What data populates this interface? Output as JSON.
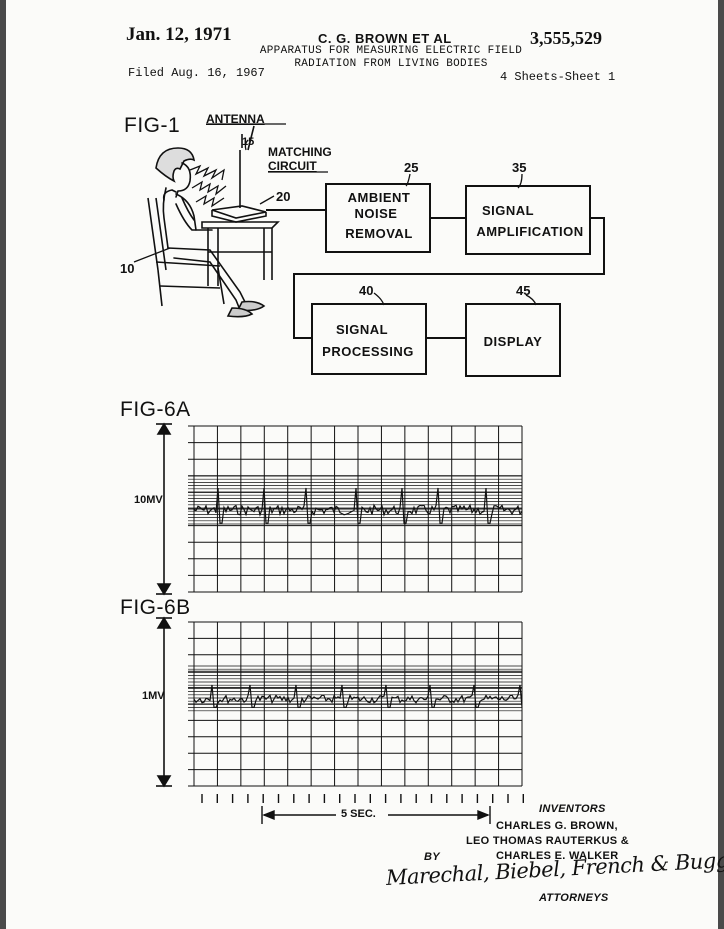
{
  "header": {
    "date": "Jan. 12, 1971",
    "inventor": "C. G. BROWN ET AL",
    "patent_number": "3,555,529",
    "title_line1": "APPARATUS FOR MEASURING ELECTRIC FIELD",
    "title_line2": "RADIATION FROM LIVING BODIES",
    "filed": "Filed Aug. 16, 1967",
    "sheets": "4 Sheets-Sheet 1"
  },
  "fig1": {
    "label": "FIG-1",
    "antenna_label": "ANTENNA",
    "antenna_ref": "15",
    "matching_label_1": "MATCHING",
    "matching_label_2": "CIRCUIT",
    "matching_ref": "20",
    "person_ref": "10",
    "blocks": [
      {
        "ref": "25",
        "line1": "AMBIENT",
        "line2": "NOISE",
        "line3": "REMOVAL"
      },
      {
        "ref": "35",
        "line1": "SIGNAL",
        "line2": "AMPLIFICATION"
      },
      {
        "ref": "40",
        "line1": "SIGNAL",
        "line2": "PROCESSING"
      },
      {
        "ref": "45",
        "line1": "DISPLAY"
      }
    ]
  },
  "fig6a": {
    "label": "FIG-6A",
    "scale": "10MV"
  },
  "fig6b": {
    "label": "FIG-6B",
    "scale": "1MV"
  },
  "time_scale": "5 SEC.",
  "inventors": {
    "heading": "INVENTORS",
    "name1": "CHARLES G. BROWN,",
    "name2": "LEO THOMAS RAUTERKUS &",
    "name3": "CHARLES E. WALKER",
    "by": "BY",
    "signature": "Marechal, Biebel, French & Bugg",
    "attorneys": "ATTORNEYS"
  }
}
